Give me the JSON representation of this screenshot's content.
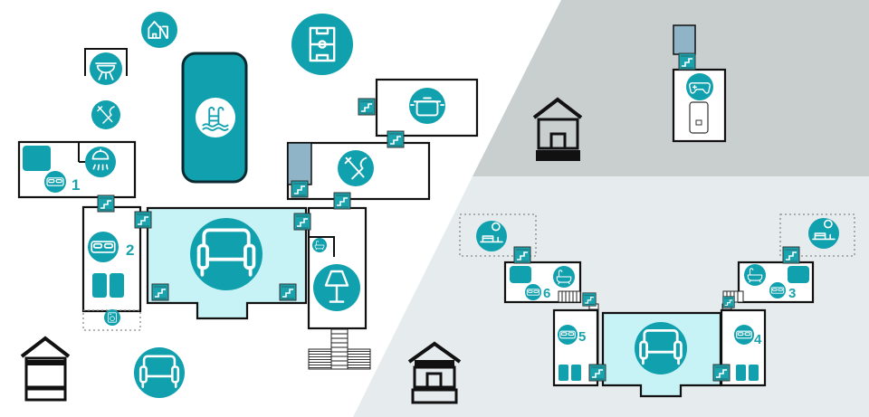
{
  "room_numbers": {
    "bedroom_1": "1",
    "bedroom_2": "2",
    "bedroom_3": "3",
    "bedroom_4": "4",
    "bedroom_5": "5",
    "bedroom_6": "6"
  },
  "colors": {
    "accent": "#11a0ae",
    "lounge_fill": "#c8f3f6",
    "upper_floor_bg": "#c9cecf",
    "lower_floor_bg": "#e6ecee",
    "number_text": "#1aa3ad",
    "wall": "#111111"
  },
  "icons": [
    "playground-icon",
    "soccer-field-icon",
    "bbq-grill-icon",
    "swimming-pool-icon",
    "cutlery-icon",
    "shower-icon",
    "bed-icon",
    "cooking-pot-icon",
    "dining-icon",
    "sofa-icon",
    "table-lamp-icon",
    "washing-machine-icon",
    "bathtub-icon",
    "game-controller-icon",
    "stairs-icon",
    "house-level-icon",
    "garden-bench-icon"
  ]
}
